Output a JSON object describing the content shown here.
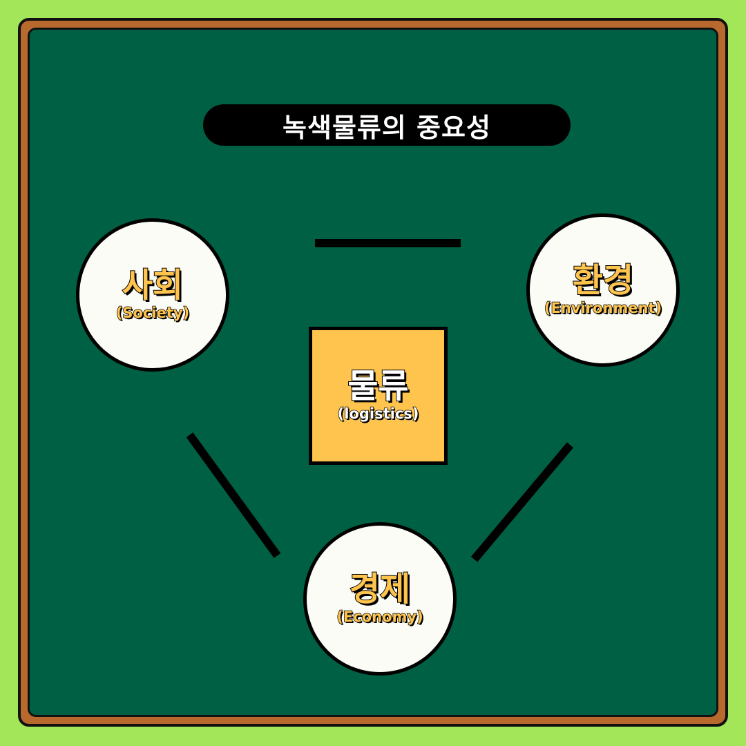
{
  "title": "녹색물류의 중요성",
  "center": {
    "label": "물류",
    "sublabel": "(logistics)"
  },
  "nodes": {
    "society": {
      "label": "사회",
      "sublabel": "(Society)"
    },
    "environment": {
      "label": "환경",
      "sublabel": "(Environment)"
    },
    "economy": {
      "label": "경제",
      "sublabel": "(Economy)"
    }
  },
  "colors": {
    "background": "#a3e65a",
    "frame": "#b8692e",
    "board": "#006043",
    "node_fill": "#fcfcf6",
    "center_fill": "#fec44d",
    "label_yellow": "#fec44d"
  }
}
